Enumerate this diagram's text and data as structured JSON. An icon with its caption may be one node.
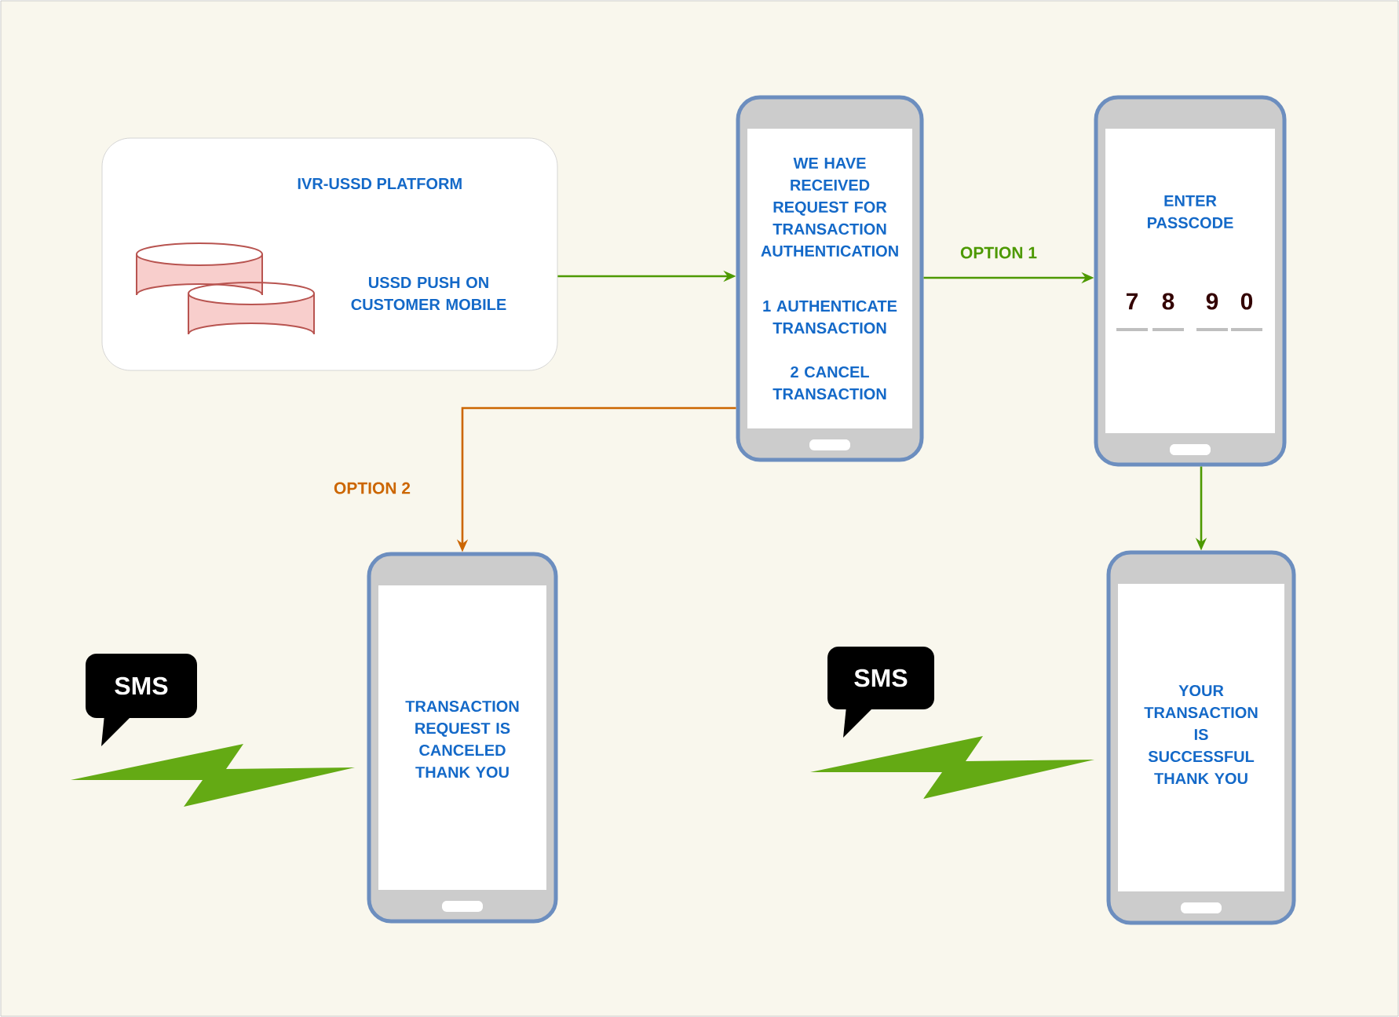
{
  "diagram": {
    "nodes": [
      {
        "text": [
          "IVR-USSD PLATFORM",
          "USSD PUSH ON CUSTOMER MOBILE"
        ]
      },
      {
        "text": [
          "WE HAVE RECEIVED REQUEST FOR TRANSACTION AUTHENTICATION",
          "1 AUTHENTICATE TRANSACTION",
          "2 CANCEL TRANSACTION"
        ]
      },
      {
        "text": [
          "ENTER PASSCODE",
          "7",
          "8",
          "9",
          "0"
        ]
      },
      {
        "text": [
          "SMS"
        ]
      },
      {
        "text": [
          "TRANSACTION REQUEST IS CANCELED THANK YOU"
        ]
      },
      {
        "text": [
          "SMS"
        ]
      },
      {
        "text": [
          "YOUR TRANSACTION IS SUCCESSFUL THANK YOU"
        ]
      }
    ],
    "edges": [
      {
        "from": 0,
        "to": 1,
        "arrow": "to"
      },
      {
        "from": 1,
        "to": 2,
        "arrow": "to",
        "label": "OPTION 1"
      },
      {
        "from": 1,
        "to": 4,
        "arrow": "to",
        "label": "OPTION 2",
        "color": "#cc6600"
      },
      {
        "from": 2,
        "to": 6,
        "arrow": "to"
      }
    ]
  }
}
